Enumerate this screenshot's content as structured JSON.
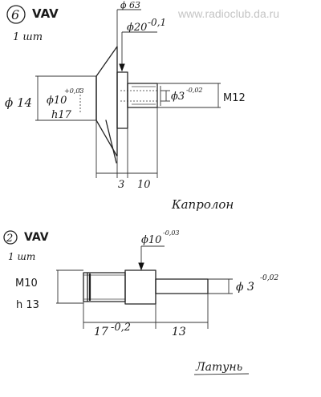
{
  "watermark": "www.radioclub.da.ru",
  "part1": {
    "number": "6",
    "material": "VAV",
    "quantity": "1 шт",
    "dims": {
      "head_diameter": "ϕ 14",
      "shank_diameter": "ϕ10",
      "shank_tol_upper": "+0,03",
      "shank_fit": "h17",
      "top_diameter": "ϕ 63",
      "flange_diameter": "ϕ20",
      "flange_tol": "-0,1",
      "hole_diameter": "ϕ3",
      "hole_tol": "-0,02",
      "thread": "M12",
      "len_left": "3",
      "len_right": "10"
    },
    "material_note": "Капролон"
  },
  "part2": {
    "number": "2",
    "material": "VAV",
    "quantity": "1 шт",
    "dims": {
      "thread": "M10",
      "thread_fit": "h 13",
      "collar_diameter": "ϕ10",
      "collar_tol": "-0,03",
      "pin_diameter": "ϕ 3",
      "pin_tol": "-0,02",
      "len_left": "17",
      "len_left_tol": "-0,2",
      "len_right": "13"
    },
    "material_note": "Латунь"
  }
}
